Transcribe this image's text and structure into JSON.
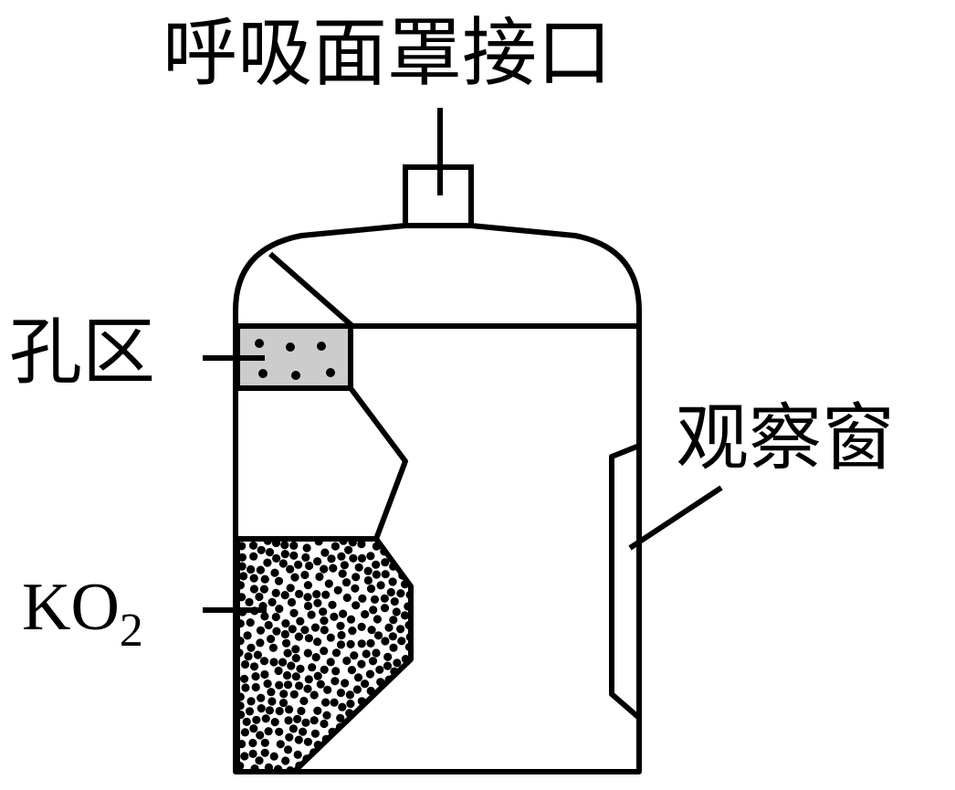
{
  "labels": {
    "mask_interface": "呼吸面罩接口",
    "porous_zone": "孔区",
    "observation_window": "观察窗",
    "reagent_main": "KO",
    "reagent_sub": "2"
  },
  "colors": {
    "stroke": "#000000",
    "background": "#ffffff",
    "porous_fill": "#cccccc",
    "particle": "#000000"
  }
}
